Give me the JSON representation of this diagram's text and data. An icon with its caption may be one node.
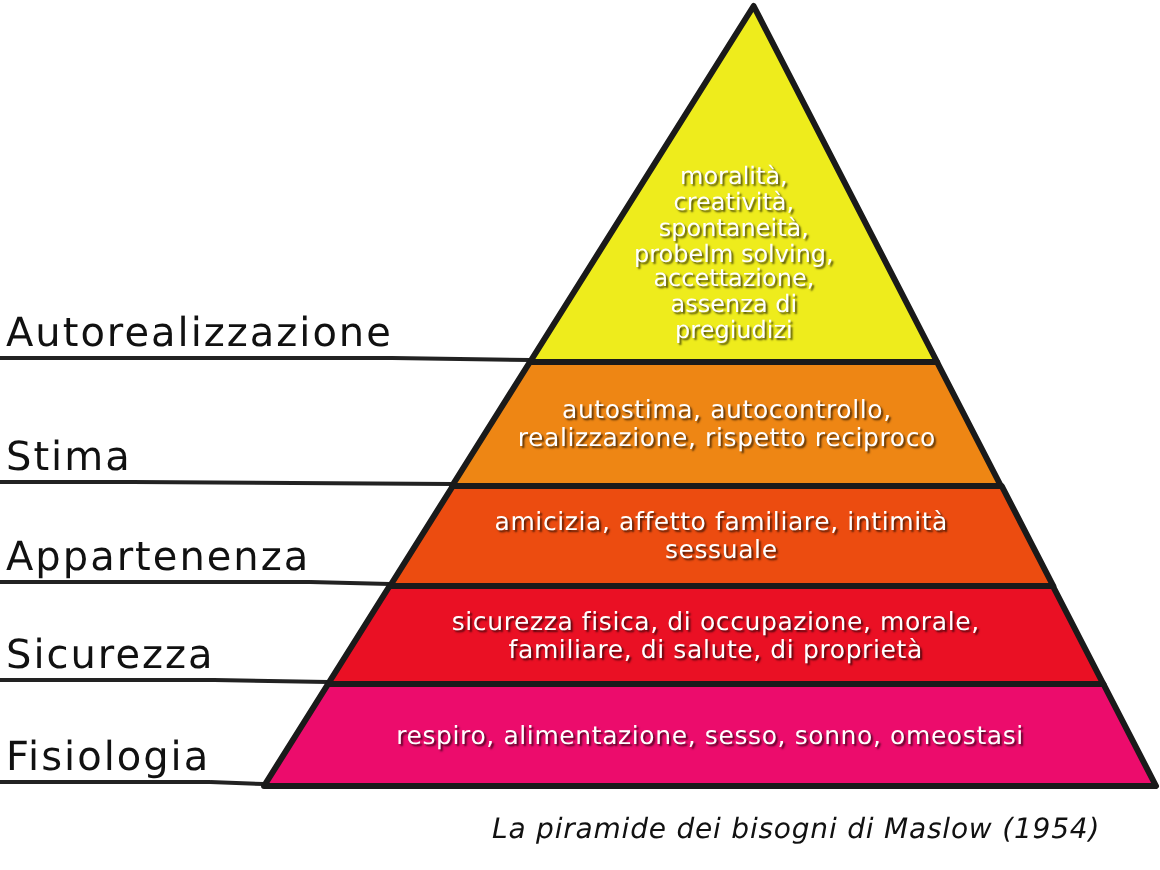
{
  "diagram": {
    "caption": "La piramide dei bisogni di Maslow (1954)",
    "nodes": [
      {
        "text": [
          "moralità, creatività, spontaneità, probelm solving, accettazione, assenza di pregiudizi"
        ]
      },
      {
        "text": [
          "autostima, autocontrollo, realizzazione, rispetto reciproco"
        ]
      },
      {
        "text": [
          "amicizia, affetto familiare, intimità sessuale"
        ]
      },
      {
        "text": [
          "sicurezza fisica, di occupazione, morale, familiare, di salute, di proprietà"
        ]
      },
      {
        "text": [
          "respiro, alimentazione, sesso, sonno, omeostasi"
        ]
      },
      {
        "text": [
          "Autorealizzazione"
        ]
      },
      {
        "text": [
          "Stima"
        ]
      },
      {
        "text": [
          "Appartenenza"
        ]
      },
      {
        "text": [
          "Sicurezza"
        ]
      },
      {
        "text": [
          "Fisiologia"
        ]
      }
    ],
    "edges": [
      {
        "from": 5,
        "to": 0,
        "arrow": "none"
      },
      {
        "from": 6,
        "to": 1,
        "arrow": "none"
      },
      {
        "from": 7,
        "to": 2,
        "arrow": "none"
      },
      {
        "from": 8,
        "to": 3,
        "arrow": "none"
      },
      {
        "from": 9,
        "to": 4,
        "arrow": "none"
      }
    ]
  }
}
